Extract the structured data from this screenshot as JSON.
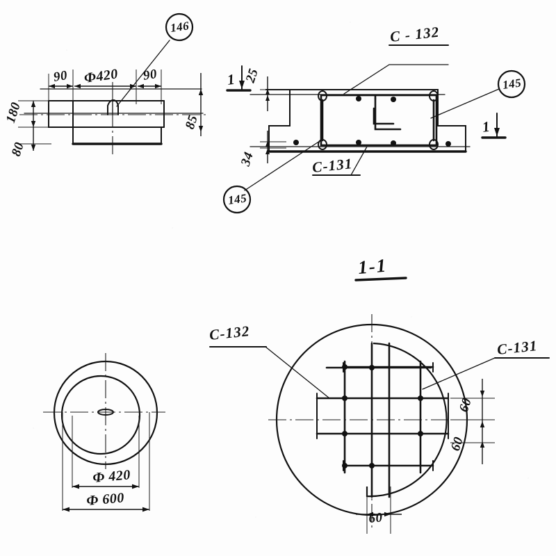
{
  "sheet": {
    "kind": "scanned-engineering-drawing",
    "ink_color": "#131313",
    "paper_color": "#fdfdfd"
  },
  "views": {
    "top_left_elevation": {
      "name": "elevation-with-anchor-loop",
      "dimensions": {
        "left_90": "90",
        "center_diameter": "Ф420",
        "right_90": "90",
        "height_180": "180",
        "height_80": "80",
        "height_85": "85"
      },
      "balloon": "146"
    },
    "top_right_section": {
      "name": "reinforced-base-section",
      "dimensions": {
        "cover_25": "25",
        "cover_34": "34"
      },
      "labels": {
        "upper_bar": "C - 132",
        "lower_bar": "C-131"
      },
      "balloons": [
        "145",
        "145"
      ],
      "section_marks": [
        "1",
        "1"
      ]
    },
    "section_title": "1-1",
    "bottom_left_plan": {
      "name": "ring-plan",
      "dimensions": {
        "inner_diameter": "Ф 420",
        "outer_diameter": "Ф 600"
      }
    },
    "bottom_right_plan": {
      "name": "reinforcement-grid-plan",
      "labels": {
        "left_bar": "C-132",
        "right_bar": "C-131"
      },
      "dimensions": {
        "spacing_top": "60",
        "spacing_bottom": "60",
        "spacing_horizontal": "60"
      }
    }
  }
}
